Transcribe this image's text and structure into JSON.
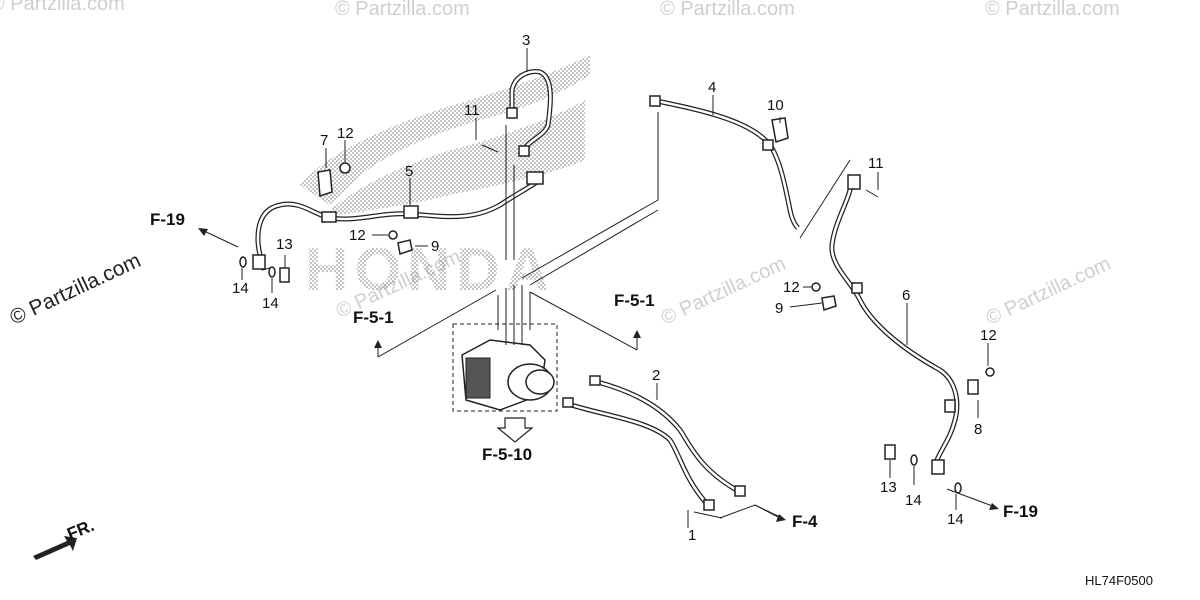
{
  "diagram_code": "HL74F0500",
  "watermark_text": "© Partzilla.com",
  "brand_text": "HONDA",
  "front_indicator": "FR.",
  "part_labels": {
    "p1": "1",
    "p2": "2",
    "p3": "3",
    "p4": "4",
    "p5": "5",
    "p6": "6",
    "p7": "7",
    "p8": "8",
    "p9_left": "9",
    "p9_right": "9",
    "p10": "10",
    "p11_left": "11",
    "p11_right": "11",
    "p12_top": "12",
    "p12_mid": "12",
    "p12_right": "12",
    "p12_far": "12",
    "p13_left": "13",
    "p13_right": "13",
    "p14_left_a": "14",
    "p14_left_b": "14",
    "p14_right_a": "14",
    "p14_right_b": "14"
  },
  "references": {
    "f19_left": "F-19",
    "f19_right": "F-19",
    "f51_left": "F-5-1",
    "f51_right": "F-5-1",
    "f510": "F-5-10",
    "f4": "F-4"
  },
  "colors": {
    "line": "#222222",
    "watermark": "#cfcfcf",
    "dot_fill": "#9a9a9a"
  }
}
